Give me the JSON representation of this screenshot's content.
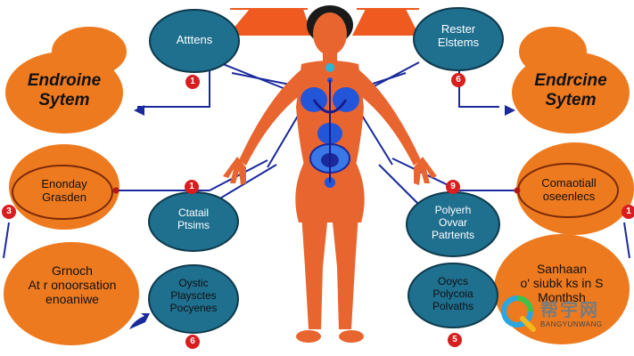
{
  "colors": {
    "orange": "#ee7a1f",
    "orange_body": "#e8652f",
    "teal_oval": "#1f6f8f",
    "connector_blue": "#1a2a9c",
    "organ_blue": "#2255d8",
    "badge_red": "#d81e1e"
  },
  "ovals": {
    "top_left": "Atttens",
    "top_right": "Rester\nElstems",
    "mid_left": "Ctatail\nPtsims",
    "mid_right": "Polyerh\nOvvar\nPatrtents",
    "bottom_left": "Oystic\nPlaysctes\nPocyenes",
    "bottom_right": "Ooycs\nPolycoia\nPolvaths"
  },
  "blobs": {
    "top_left": "Endroine\nSytem",
    "top_right": "Endrcine\nSytem",
    "mid_left": "Enonday\nGrasden",
    "mid_right": "Comaotiall\noseenlecs",
    "bottom_left": "Grnoch\nAt r onoorsation\nenoaniwe",
    "bottom_right": "Sanhaan\no' siubk ks in S\nMonthsh"
  },
  "badges": {
    "n1": "1",
    "n2": "6",
    "n3": "3",
    "n4": "1",
    "n5": "9",
    "n6": "1",
    "n7": "6",
    "n8": "5"
  },
  "watermark": {
    "brand_cn": "帮宇网",
    "brand_en": "BANGYUNWANG"
  },
  "icons": {
    "arrow_left": "arrow-left-icon",
    "arrow_right": "arrow-right-icon",
    "human_figure": "human-body-figure",
    "watermark_logo": "q-logo-icon"
  }
}
